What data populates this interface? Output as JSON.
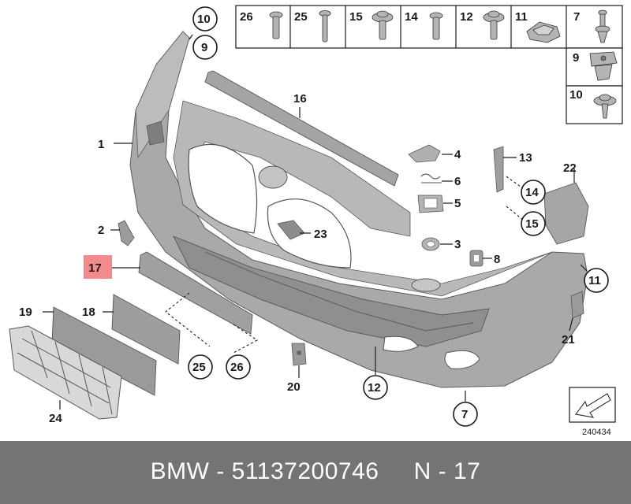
{
  "hardware_panel": {
    "top_cells": [
      {
        "label": "26",
        "icon": "screw-icon"
      },
      {
        "label": "25",
        "icon": "long-screw-icon"
      },
      {
        "label": "15",
        "icon": "flange-screw-icon"
      },
      {
        "label": "14",
        "icon": "screw-icon"
      },
      {
        "label": "12",
        "icon": "flange-screw-icon"
      },
      {
        "label": "11",
        "icon": "clip-nut-icon"
      },
      {
        "label": "7",
        "icon": "rivet-icon"
      }
    ],
    "side_cells": [
      {
        "label": "9",
        "icon": "expansion-nut-icon"
      },
      {
        "label": "10",
        "icon": "flange-screw-icon"
      }
    ]
  },
  "callouts": {
    "c10": "10",
    "c9": "9",
    "c16": "16",
    "c1": "1",
    "c4": "4",
    "c13": "13",
    "c6": "6",
    "c14": "14",
    "c22": "22",
    "c5": "5",
    "c15": "15",
    "c2": "2",
    "c23": "23",
    "c3": "3",
    "c8": "8",
    "c17": "17",
    "c11": "11",
    "c19": "19",
    "c18": "18",
    "c21": "21",
    "c25": "25",
    "c26": "26",
    "c20": "20",
    "c12": "12",
    "c24": "24",
    "c7": "7"
  },
  "diagram_number": "240434",
  "footer": {
    "text": "BMW - 51137200746     N - 17"
  },
  "colors": {
    "part_fill": "#a9a9a9",
    "part_dark": "#8a8a8a",
    "highlight": "#f28b8b",
    "footer_bg": "#747474"
  }
}
